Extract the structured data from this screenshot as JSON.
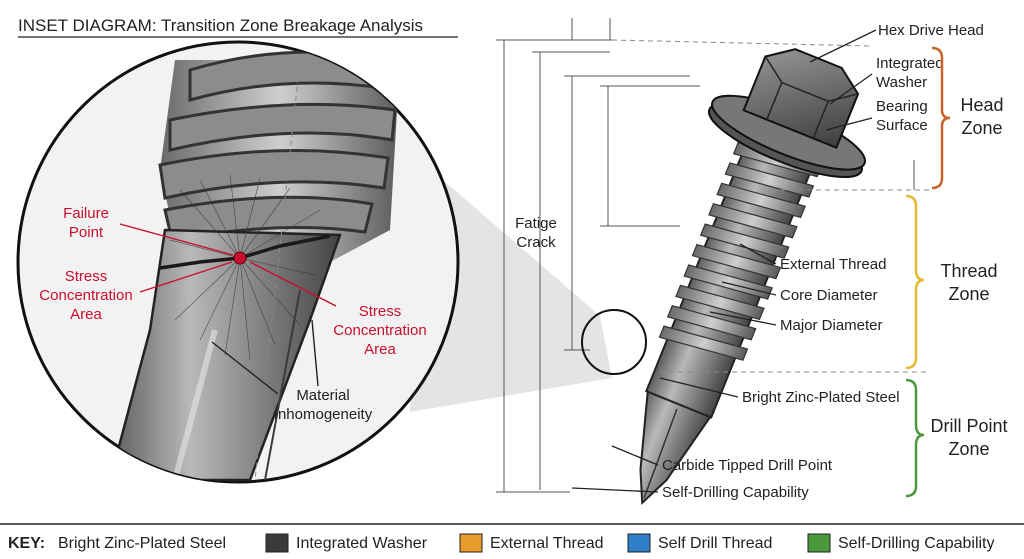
{
  "title": "INSET DIAGRAM: Transition Zone Breakage Analysis",
  "inset_labels": {
    "failure_point": [
      "Failure",
      "Point"
    ],
    "stress_left": [
      "Stress",
      "Concentration",
      "Area"
    ],
    "stress_right": [
      "Stress",
      "Concentration",
      "Area"
    ],
    "material": [
      "Material",
      "Inhomogeneity"
    ]
  },
  "fatigue_crack": [
    "Fatige",
    "Crack"
  ],
  "part_labels": {
    "hex_drive_head": "Hex Drive Head",
    "integrated_washer": [
      "Integrated",
      "Washer"
    ],
    "bearing_surface": [
      "Bearing",
      "Surface"
    ],
    "external_thread": "External Thread",
    "core_diameter": "Core Diameter",
    "major_diameter": "Major Diameter",
    "bright_zinc": "Bright Zinc-Plated Steel",
    "carbide_tip": "Carbide Tipped Drill Point",
    "self_drilling": "Self-Drilling Capability"
  },
  "zones": {
    "head": [
      "Head",
      "Zone"
    ],
    "thread": [
      "Thread",
      "Zone"
    ],
    "drill": [
      "Drill Point",
      "Zone"
    ]
  },
  "colors": {
    "head_zone": "#c8642a",
    "thread_zone": "#e8b830",
    "drill_zone": "#4a9a3c",
    "accent_red": "#c8102e"
  },
  "key": {
    "prefix": "KEY:",
    "items": [
      {
        "label": "Bright Zinc-Plated Steel",
        "color": ""
      },
      {
        "label": "Integrated Washer",
        "color": "#3a3a3a"
      },
      {
        "label": "External Thread",
        "color": "#e89a2a"
      },
      {
        "label": "Self Drill Thread",
        "color": "#2e7fc8"
      },
      {
        "label": "Self-Drilling Capability",
        "color": "#4a9a3c"
      }
    ]
  }
}
